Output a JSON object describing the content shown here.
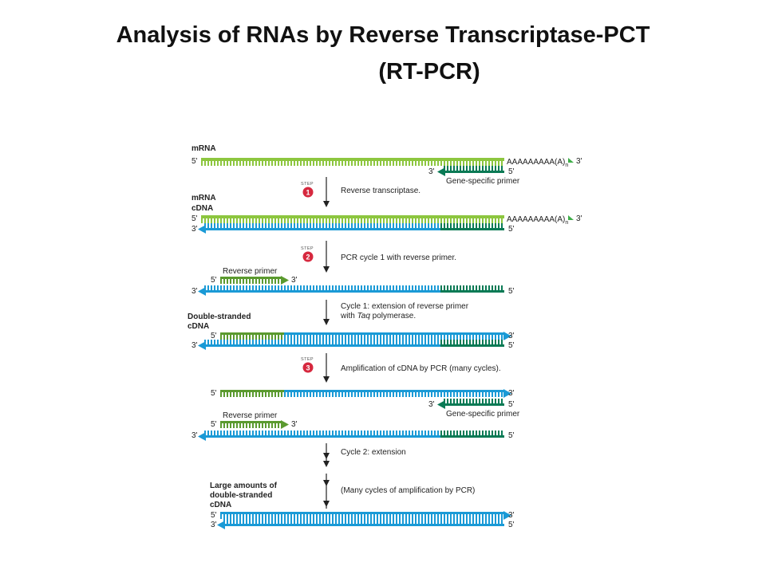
{
  "title": {
    "line1": "Analysis of RNAs by Reverse Transcriptase-PCT",
    "line2": "(RT-PCR)"
  },
  "labels": {
    "mrna": "mRNA",
    "mrna2": "mRNA",
    "cdna": "cDNA",
    "double_stranded": "Double-stranded",
    "cdna_ds": "cDNA",
    "large_amounts_1": "Large amounts of",
    "large_amounts_2": "double-stranded",
    "large_amounts_3": "cDNA",
    "poly_a": "AAAAAAAAA(A)",
    "poly_a_sub": "n",
    "end5": "5'",
    "end3": "3'",
    "gene_specific_primer": "Gene-specific primer",
    "reverse_primer": "Reverse primer"
  },
  "steps": [
    {
      "word": "STEP",
      "number": "1",
      "text": "Reverse transcriptase."
    },
    {
      "word": "STEP",
      "number": "2",
      "text": "PCR cycle 1 with reverse primer."
    },
    {
      "word": "STEP",
      "number": "3",
      "text": "Amplification of cDNA by PCR (many cycles)."
    }
  ],
  "notes": {
    "cycle1_a": "Cycle 1: extension of reverse primer",
    "cycle1_b_prefix": "with ",
    "cycle1_b_italic": "Taq",
    "cycle1_b_suffix": " polymerase.",
    "cycle2": "Cycle 2: extension",
    "many_cycles": "(Many cycles of amplification by PCR)"
  },
  "colors": {
    "mrna_green": "#8dc63f",
    "cdna_blue": "#1a9ad6",
    "primer_dark_green": "#0a7a55",
    "reverse_primer_green": "#5b9a2f",
    "step_red": "#d6283e",
    "arrow": "#222222"
  }
}
